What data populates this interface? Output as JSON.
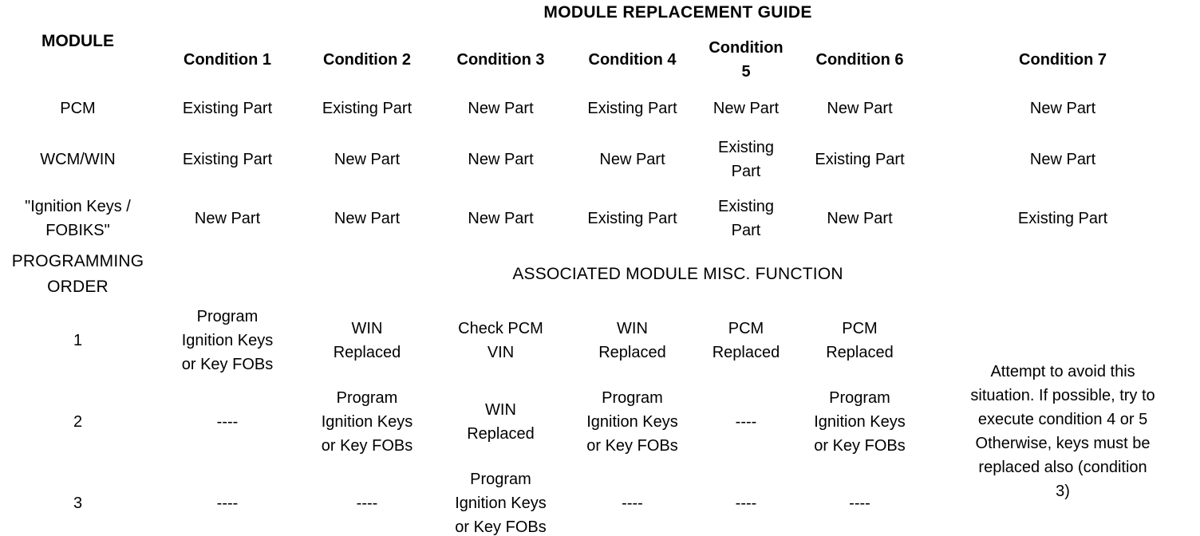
{
  "title": "MODULE REPLACEMENT GUIDE",
  "table": {
    "module_header": "MODULE",
    "condition_headers": [
      "Condition 1",
      "Condition 2",
      "Condition 3",
      "Condition 4",
      "Condition\n5",
      "Condition 6",
      "Condition 7"
    ],
    "module_rows": [
      {
        "label": "PCM",
        "values": [
          "Existing Part",
          "Existing Part",
          "New Part",
          "Existing Part",
          "New Part",
          "New Part",
          "New Part"
        ]
      },
      {
        "label": "WCM/WIN",
        "values": [
          "Existing Part",
          "New Part",
          "New Part",
          "New Part",
          "Existing\nPart",
          "Existing Part",
          "New Part"
        ]
      },
      {
        "label": "\"Ignition Keys /\nFOBIKS\"",
        "values": [
          "New Part",
          "New Part",
          "New Part",
          "Existing Part",
          "Existing\nPart",
          "New Part",
          "Existing Part"
        ]
      }
    ],
    "programming_order_label": "PROGRAMMING\nORDER",
    "associated_function_label": "ASSOCIATED MODULE MISC. FUNCTION",
    "order_rows": [
      {
        "label": "1",
        "values": [
          "Program\nIgnition Keys\nor Key FOBs",
          "WIN\nReplaced",
          "Check PCM\nVIN",
          "WIN\nReplaced",
          "PCM\nReplaced",
          "PCM\nReplaced"
        ]
      },
      {
        "label": "2",
        "values": [
          "----",
          "Program\nIgnition Keys\nor Key FOBs",
          "WIN\nReplaced",
          "Program\nIgnition Keys\nor Key FOBs",
          "----",
          "Program\nIgnition Keys\nor Key FOBs"
        ]
      },
      {
        "label": "3",
        "values": [
          "----",
          "----",
          "Program\nIgnition Keys\nor Key FOBs",
          "----",
          "----",
          "----"
        ]
      }
    ],
    "condition7_note": "Attempt to avoid this\nsituation. If possible, try to\nexecute condition 4 or 5\nOtherwise, keys must be\nreplaced also (condition\n3)",
    "text_color": "#000000",
    "background_color": "#ffffff"
  }
}
